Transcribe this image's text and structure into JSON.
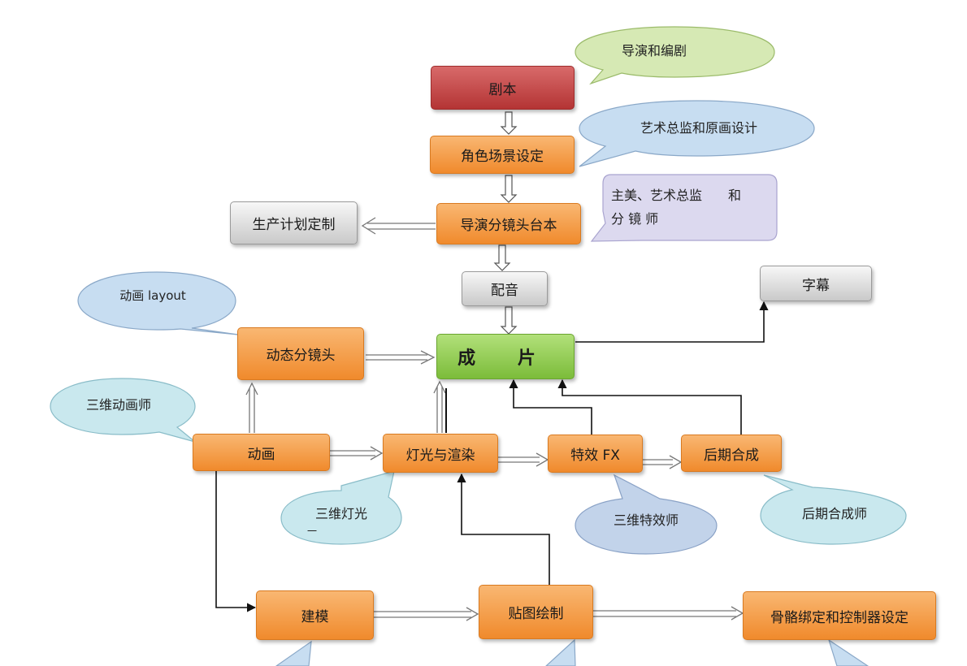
{
  "nodes": {
    "script": "剧本",
    "character_scene": "角色场景设定",
    "director_storyboard": "导演分镜头台本",
    "production_plan": "生产计划定制",
    "dubbing": "配音",
    "subtitles": "字幕",
    "dynamic_storyboard": "动态分镜头",
    "final_film": "成 片",
    "animation": "动画",
    "lighting_render": "灯光与渲染",
    "effects_fx": "特效 FX",
    "post_composite": "后期合成",
    "modeling": "建模",
    "texture_painting": "贴图绘制",
    "rigging_controller": "骨骼绑定和控制器设定"
  },
  "callouts": {
    "director_writer": "导演和编剧",
    "art_director_concept": "艺术总监和原画设计",
    "lead_art_storyboard_line1": "主美、艺术总监　　和",
    "lead_art_storyboard_line2": "分 镜 师",
    "animation_layout": "动画 layout",
    "animator_3d": "三维动画师",
    "lighting_3d_line1": "三维灯光",
    "lighting_3d_line2": "一",
    "vfx_artist_3d": "三维特效师",
    "compositor": "后期合成师"
  },
  "colors": {
    "orange_node": "#f39a3e",
    "red_node": "#c04545",
    "gray_node": "#dcdcdc",
    "green_node": "#8cc84b",
    "callout_green": "#d6e9b4",
    "callout_blue": "#c7ddf1",
    "callout_teal": "#c9e8ee",
    "callout_lavender": "#dcd9ef",
    "callout_steel": "#c2d3ea",
    "line": "#111111"
  }
}
